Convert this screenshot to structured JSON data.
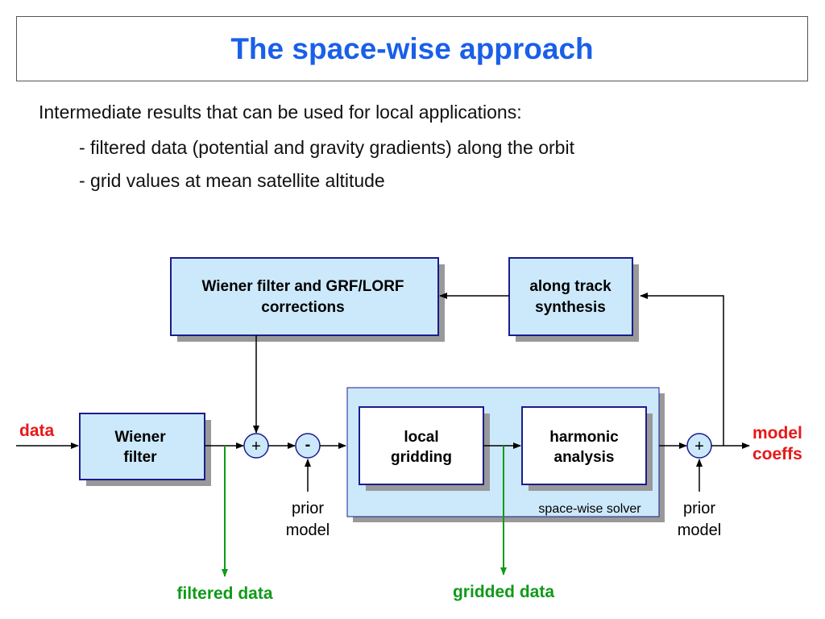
{
  "slide": {
    "title": "The space-wise approach",
    "intro": "Intermediate results that can be used for local applications:",
    "bullets": [
      "- filtered data (potential and gravity gradients) along the orbit",
      "- grid values at mean satellite altitude"
    ]
  },
  "diagram": {
    "boxes": {
      "wiener_grf": [
        "Wiener filter and GRF/LORF",
        "corrections"
      ],
      "along_track": [
        "along track",
        "synthesis"
      ],
      "wiener_filter": [
        "Wiener",
        "filter"
      ],
      "local_gridding": [
        "local",
        "gridding"
      ],
      "harmonic_analysis": [
        "harmonic",
        "analysis"
      ]
    },
    "solver_label": "space-wise solver",
    "operators": {
      "plus1": "+",
      "minus": "-",
      "plus2": "+"
    },
    "labels": {
      "data": "data",
      "model_coeffs": [
        "model",
        "coeffs"
      ],
      "prior_model_1": [
        "prior",
        "model"
      ],
      "prior_model_2": [
        "prior",
        "model"
      ],
      "filtered_data": "filtered data",
      "gridded_data": "gridded data"
    },
    "colors": {
      "title": "#1a5fe8",
      "box_fill": "#cce9fb",
      "box_border": "#1c1c8c",
      "shadow": "#999999",
      "red": "#e81818",
      "green": "#0f9a18"
    }
  }
}
